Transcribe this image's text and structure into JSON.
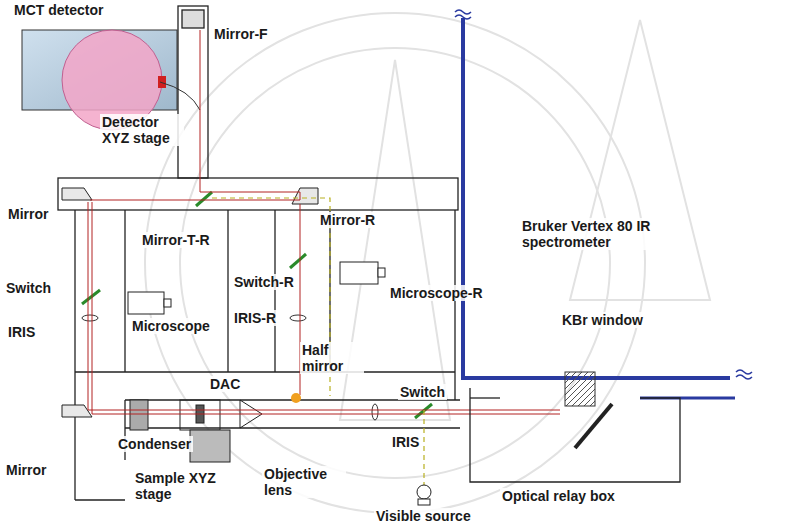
{
  "diagram": {
    "labels": [
      "MCT detector",
      "Mirror-F",
      "Detector XYZ stage",
      "Mirror",
      "Mirror-T-R",
      "Mirror-R",
      "Switch-R",
      "Microscope-R",
      "Switch",
      "IRIS",
      "Microscope",
      "IRIS-R",
      "Bruker Vertex 80 IR spectrometer",
      "KBr window",
      "Condenser",
      "DAC",
      "Half mirror",
      "Switch",
      "Mirror",
      "IRIS",
      "Sample XYZ stage",
      "Objective lens",
      "Visible source",
      "Optical relay box"
    ]
  }
}
